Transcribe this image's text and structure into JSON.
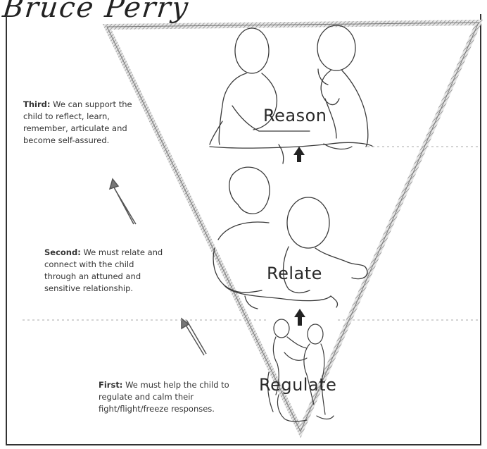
{
  "heading": "Bruce Perry",
  "stages": {
    "reason": {
      "label": "Reason"
    },
    "relate": {
      "label": "Relate"
    },
    "regulate": {
      "label": "Regulate"
    }
  },
  "notes": {
    "third": {
      "lead": "Third:",
      "text": "We can support the child to reflect, learn, remember, articulate and become self-assured."
    },
    "second": {
      "lead": "Second:",
      "text": "We must relate and connect with the child through an attuned and sensitive relationship."
    },
    "first": {
      "lead": "First:",
      "text": "We must help the child to regulate and calm their fight/flight/freeze responses."
    }
  }
}
